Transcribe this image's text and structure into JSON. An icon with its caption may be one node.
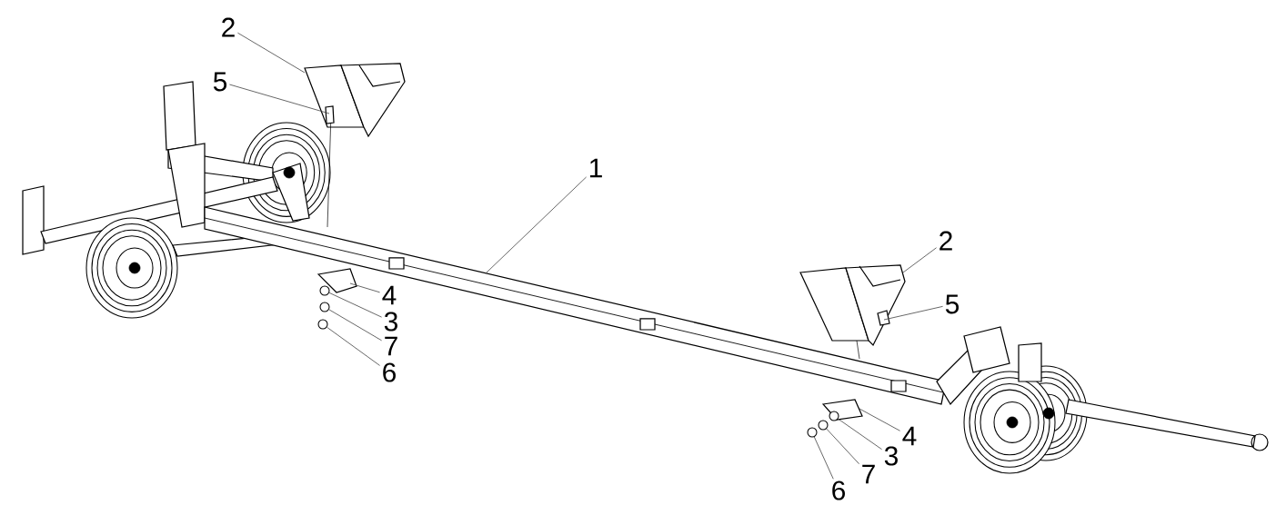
{
  "diagram": {
    "nodes": [
      {
        "text": [
          "2"
        ]
      },
      {
        "text": [
          "5"
        ]
      },
      {
        "text": [
          "1"
        ]
      },
      {
        "text": [
          "4"
        ]
      },
      {
        "text": [
          "3"
        ]
      },
      {
        "text": [
          "7"
        ]
      },
      {
        "text": [
          "6"
        ]
      },
      {
        "text": [
          "2"
        ]
      },
      {
        "text": [
          "5"
        ]
      },
      {
        "text": [
          "4"
        ]
      },
      {
        "text": [
          "3"
        ]
      },
      {
        "text": [
          "7"
        ]
      },
      {
        "text": [
          "6"
        ]
      },
      {
        "text": [],
        "shape": "circle"
      },
      {
        "text": [],
        "shape": "circle"
      },
      {
        "text": [],
        "shape": "circle"
      },
      {
        "text": [],
        "shape": "circle"
      },
      {
        "text": [],
        "shape": "circle"
      },
      {
        "text": [],
        "shape": "circle"
      }
    ],
    "edges": [
      {
        "from": 0,
        "to": null,
        "arrow": "none"
      },
      {
        "from": 1,
        "to": null,
        "arrow": "none"
      },
      {
        "from": 2,
        "to": null,
        "arrow": "none"
      },
      {
        "from": 3,
        "to": null,
        "arrow": "none"
      },
      {
        "from": 4,
        "to": 13,
        "arrow": "none"
      },
      {
        "from": 5,
        "to": 14,
        "arrow": "none"
      },
      {
        "from": 6,
        "to": 15,
        "arrow": "none"
      },
      {
        "from": 7,
        "to": null,
        "arrow": "none"
      },
      {
        "from": 8,
        "to": null,
        "arrow": "none"
      },
      {
        "from": 9,
        "to": null,
        "arrow": "none"
      },
      {
        "from": 10,
        "to": 16,
        "arrow": "none"
      },
      {
        "from": 11,
        "to": 17,
        "arrow": "none"
      },
      {
        "from": 12,
        "to": 18,
        "arrow": "none"
      }
    ]
  }
}
